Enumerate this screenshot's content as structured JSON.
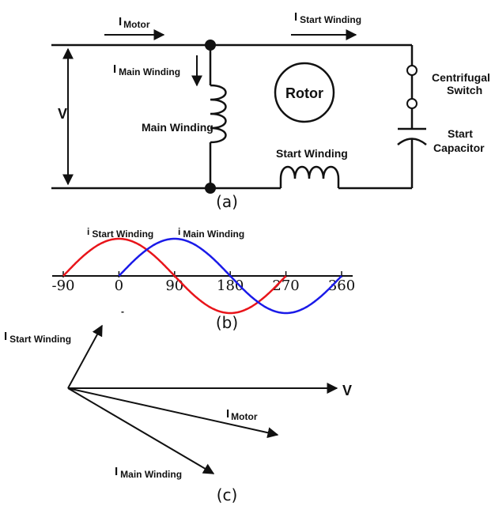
{
  "circuit": {
    "v_label": "V",
    "i_motor": {
      "main": "I",
      "sub": "Motor"
    },
    "i_start": {
      "main": "I",
      "sub": "Start Winding"
    },
    "i_main": {
      "main": "I",
      "sub": "Main Winding"
    },
    "main_winding_label": "Main Winding",
    "rotor_label": "Rotor",
    "start_winding_label": "Start Winding",
    "centrifugal_switch_line1": "Centrifugal",
    "centrifugal_switch_line2": "Switch",
    "start_capacitor_line1": "Start",
    "start_capacitor_line2": "Capacitor",
    "caption": "(a)"
  },
  "waveform": {
    "caption": "(b)",
    "marker": "-",
    "label_start": {
      "main": "i",
      "sub": "Start Winding"
    },
    "label_main": {
      "main": "i",
      "sub": "Main Winding"
    },
    "ticks": [
      "-90",
      "0",
      "90",
      "180",
      "270",
      "360"
    ],
    "colors": {
      "start": "#e8141a",
      "main": "#1a1ae8"
    }
  },
  "phasor": {
    "caption": "(c)",
    "v_label": "V",
    "i_start": {
      "main": "I",
      "sub": "Start Winding"
    },
    "i_motor": {
      "main": "I",
      "sub": "Motor"
    },
    "i_main": {
      "main": "I",
      "sub": "Main Winding"
    }
  },
  "chart_data": {
    "type": "line",
    "x": [
      -90,
      -45,
      0,
      45,
      90,
      135,
      180,
      225,
      270,
      315,
      360
    ],
    "series": [
      {
        "name": "i Start Winding",
        "x_range": [
          -90,
          270
        ],
        "phase_deg": 90,
        "peak": 1
      },
      {
        "name": "i Main Winding",
        "x_range": [
          0,
          360
        ],
        "phase_deg": 0,
        "peak": 1
      }
    ],
    "xticks": [
      -90,
      0,
      90,
      180,
      270,
      360
    ],
    "xlim": [
      -90,
      360
    ]
  }
}
